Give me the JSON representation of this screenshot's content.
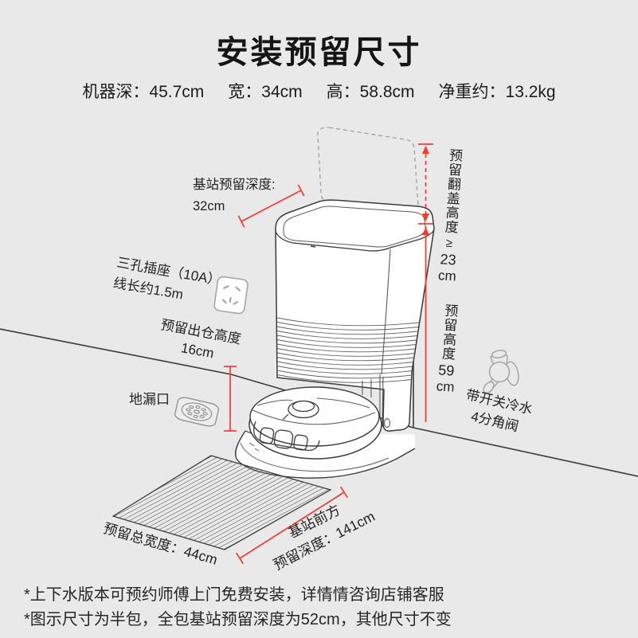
{
  "title": "安装预留尺寸",
  "specs": [
    "机器深：45.7cm",
    "宽：34cm",
    "高：58.8cm",
    "净重约：13.2kg"
  ],
  "labels": {
    "dock_depth": {
      "line1": "基站预留深度:",
      "line2": "32cm"
    },
    "socket": {
      "line1": "三孔插座（10A）",
      "line2": "线长约1.5m"
    },
    "exit_height": {
      "line1": "预留出仓高度",
      "line2": "16cm"
    },
    "floor_drain": "地漏口",
    "flip": {
      "text": "预留翻盖高度",
      "symbol": "≥",
      "value": "23",
      "unit": "cm"
    },
    "height": {
      "text": "预留高度",
      "value": "59",
      "unit": "cm"
    },
    "valve": {
      "line1": "带开关冷水",
      "line2": "4分角阀"
    },
    "total_width": "预留总宽度：44cm",
    "front_depth": {
      "line1": "基站前方",
      "line2": "预留深度：141cm"
    }
  },
  "footnotes": [
    "*上下水版本可预约师傅上门免费安装，详情情咨询店铺客服",
    "*图示尺寸为半包，全包基站预留深度为52cm，其他尺寸不变"
  ],
  "colors": {
    "background": "#e9e9e9",
    "ink": "#222222",
    "line_art": "#3a3a3a",
    "accent_red": "#f43b30",
    "icon_gray": "#a0a0a0"
  }
}
